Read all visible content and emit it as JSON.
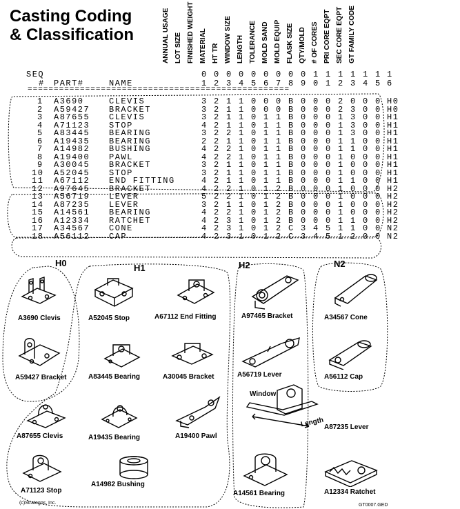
{
  "title": {
    "line1": "Casting Coding",
    "line2": "& Classification"
  },
  "column_headers": [
    "ANNUAL USAGE",
    "LOT SIZE",
    "FINISHED WEIGHT",
    "MATERIAL",
    "HT TR",
    "WINDOW SIZE",
    "LENGTH",
    "TOLERANCE",
    "MOLD SAND",
    "MOLD EQUIP",
    "FLASK SIZE",
    "QTY/MOLD",
    "# OF CORES",
    "PRI CORE EQPT",
    "SEC CORE EQPT",
    "GT FAMILY CODE"
  ],
  "table": {
    "seq_label": "SEQ",
    "num_label": "#",
    "part_label": "PART#",
    "name_label": "NAME",
    "digit_tens": [
      "0",
      "0",
      "0",
      "0",
      "0",
      "0",
      "0",
      "0",
      "0",
      "1",
      "1",
      "1",
      "1",
      "1",
      "1",
      "1"
    ],
    "digit_ones": [
      "1",
      "2",
      "3",
      "4",
      "5",
      "6",
      "7",
      "8",
      "9",
      "0",
      "1",
      "2",
      "3",
      "4",
      "5",
      "6"
    ],
    "divider": "==================================================",
    "rows": [
      {
        "seq": "1",
        "part": "A3690",
        "name": "CLEVIS",
        "codes": [
          "3",
          "2",
          "1",
          "1",
          "0",
          "0",
          "0",
          "B",
          "0",
          "0",
          "0",
          "2",
          "0",
          "0",
          "0",
          "H0"
        ]
      },
      {
        "seq": "2",
        "part": "A59427",
        "name": "BRACKET",
        "codes": [
          "3",
          "2",
          "1",
          "1",
          "0",
          "0",
          "0",
          "B",
          "0",
          "0",
          "0",
          "2",
          "3",
          "0",
          "0",
          "H0"
        ]
      },
      {
        "seq": "3",
        "part": "A87655",
        "name": "CLEVIS",
        "codes": [
          "3",
          "2",
          "1",
          "1",
          "0",
          "1",
          "1",
          "B",
          "0",
          "0",
          "0",
          "1",
          "3",
          "0",
          "0",
          "H1"
        ]
      },
      {
        "seq": "4",
        "part": "A71123",
        "name": "STOP",
        "codes": [
          "4",
          "2",
          "1",
          "1",
          "0",
          "1",
          "1",
          "B",
          "0",
          "0",
          "0",
          "1",
          "3",
          "0",
          "0",
          "H1"
        ]
      },
      {
        "seq": "5",
        "part": "A83445",
        "name": "BEARING",
        "codes": [
          "3",
          "2",
          "2",
          "1",
          "0",
          "1",
          "1",
          "B",
          "0",
          "0",
          "0",
          "1",
          "3",
          "0",
          "0",
          "H1"
        ]
      },
      {
        "seq": "6",
        "part": "A19435",
        "name": "BEARING",
        "codes": [
          "2",
          "2",
          "1",
          "1",
          "0",
          "1",
          "1",
          "B",
          "0",
          "0",
          "0",
          "1",
          "1",
          "0",
          "0",
          "H1"
        ]
      },
      {
        "seq": "7",
        "part": "A14982",
        "name": "BUSHING",
        "codes": [
          "4",
          "2",
          "2",
          "1",
          "0",
          "1",
          "1",
          "B",
          "0",
          "0",
          "0",
          "1",
          "1",
          "0",
          "0",
          "H1"
        ]
      },
      {
        "seq": "8",
        "part": "A19400",
        "name": "PAWL",
        "codes": [
          "4",
          "2",
          "2",
          "1",
          "0",
          "1",
          "1",
          "B",
          "0",
          "0",
          "0",
          "1",
          "0",
          "0",
          "0",
          "H1"
        ]
      },
      {
        "seq": "9",
        "part": "A30045",
        "name": "BRACKET",
        "codes": [
          "3",
          "2",
          "1",
          "1",
          "0",
          "1",
          "1",
          "B",
          "0",
          "0",
          "0",
          "1",
          "0",
          "0",
          "0",
          "H1"
        ]
      },
      {
        "seq": "10",
        "part": "A52045",
        "name": "STOP",
        "codes": [
          "3",
          "2",
          "1",
          "1",
          "0",
          "1",
          "1",
          "B",
          "0",
          "0",
          "0",
          "1",
          "0",
          "0",
          "0",
          "H1"
        ]
      },
      {
        "seq": "11",
        "part": "A67112",
        "name": "END FITTING",
        "codes": [
          "4",
          "2",
          "1",
          "1",
          "0",
          "1",
          "1",
          "B",
          "0",
          "0",
          "0",
          "1",
          "1",
          "0",
          "0",
          "H1"
        ]
      },
      {
        "seq": "12",
        "part": "A97645",
        "name": "BRACKET",
        "codes": [
          "4",
          "2",
          "2",
          "1",
          "0",
          "1",
          "2",
          "B",
          "0",
          "0",
          "0",
          "1",
          "0",
          "0",
          "0",
          "H2"
        ]
      },
      {
        "seq": "13",
        "part": "A56719",
        "name": "LEVER",
        "codes": [
          "5",
          "2",
          "2",
          "1",
          "0",
          "1",
          "2",
          "B",
          "0",
          "0",
          "0",
          "1",
          "0",
          "0",
          "0",
          "H2"
        ]
      },
      {
        "seq": "14",
        "part": "A87235",
        "name": "LEVER",
        "codes": [
          "3",
          "2",
          "1",
          "1",
          "0",
          "1",
          "2",
          "B",
          "0",
          "0",
          "0",
          "1",
          "0",
          "0",
          "0",
          "H2"
        ]
      },
      {
        "seq": "15",
        "part": "A14561",
        "name": "BEARING",
        "codes": [
          "4",
          "2",
          "2",
          "1",
          "0",
          "1",
          "2",
          "B",
          "0",
          "0",
          "0",
          "1",
          "0",
          "0",
          "0",
          "H2"
        ]
      },
      {
        "seq": "16",
        "part": "A12334",
        "name": "RATCHET",
        "codes": [
          "4",
          "2",
          "3",
          "1",
          "0",
          "1",
          "2",
          "B",
          "0",
          "0",
          "0",
          "1",
          "1",
          "0",
          "0",
          "H2"
        ]
      },
      {
        "seq": "17",
        "part": "A34567",
        "name": "CONE",
        "codes": [
          "4",
          "2",
          "3",
          "1",
          "0",
          "1",
          "2",
          "C",
          "3",
          "4",
          "5",
          "1",
          "1",
          "0",
          "0",
          "N2"
        ]
      },
      {
        "seq": "18",
        "part": "A56112",
        "name": "CAP",
        "codes": [
          "4",
          "2",
          "3",
          "1",
          "0",
          "1",
          "2",
          "C",
          "3",
          "4",
          "5",
          "1",
          "2",
          "0",
          "0",
          "N2"
        ]
      }
    ]
  },
  "groups": {
    "h0": "H0",
    "h1": "H1",
    "h2": "H2",
    "n2": "N2"
  },
  "captions": {
    "a3690": "A3690 Clevis",
    "a59427": "A59427 Bracket",
    "a87655": "A87655 Clevis",
    "a71123": "A71123 Stop",
    "a52045": "A52045 Stop",
    "a67112": "A67112 End Fitting",
    "a83445": "A83445 Bearing",
    "a30045": "A30045 Bracket",
    "a19435": "A19435 Bearing",
    "a19400": "A19400 Pawl",
    "a14982": "A14982 Bushing",
    "a97465": "A97465 Bracket",
    "a56719": "A56719 Lever",
    "a87235": "A87235 Lever",
    "a14561": "A14561 Bearing",
    "a12334": "A12334 Ratchet",
    "a34567": "A34567 Cone",
    "a56112": "A56112 Cap"
  },
  "annotations": {
    "window": "Window",
    "length": "Length"
  },
  "footer": {
    "left": "(c)Strategos, Inc.",
    "right": "GT0007.GED"
  }
}
